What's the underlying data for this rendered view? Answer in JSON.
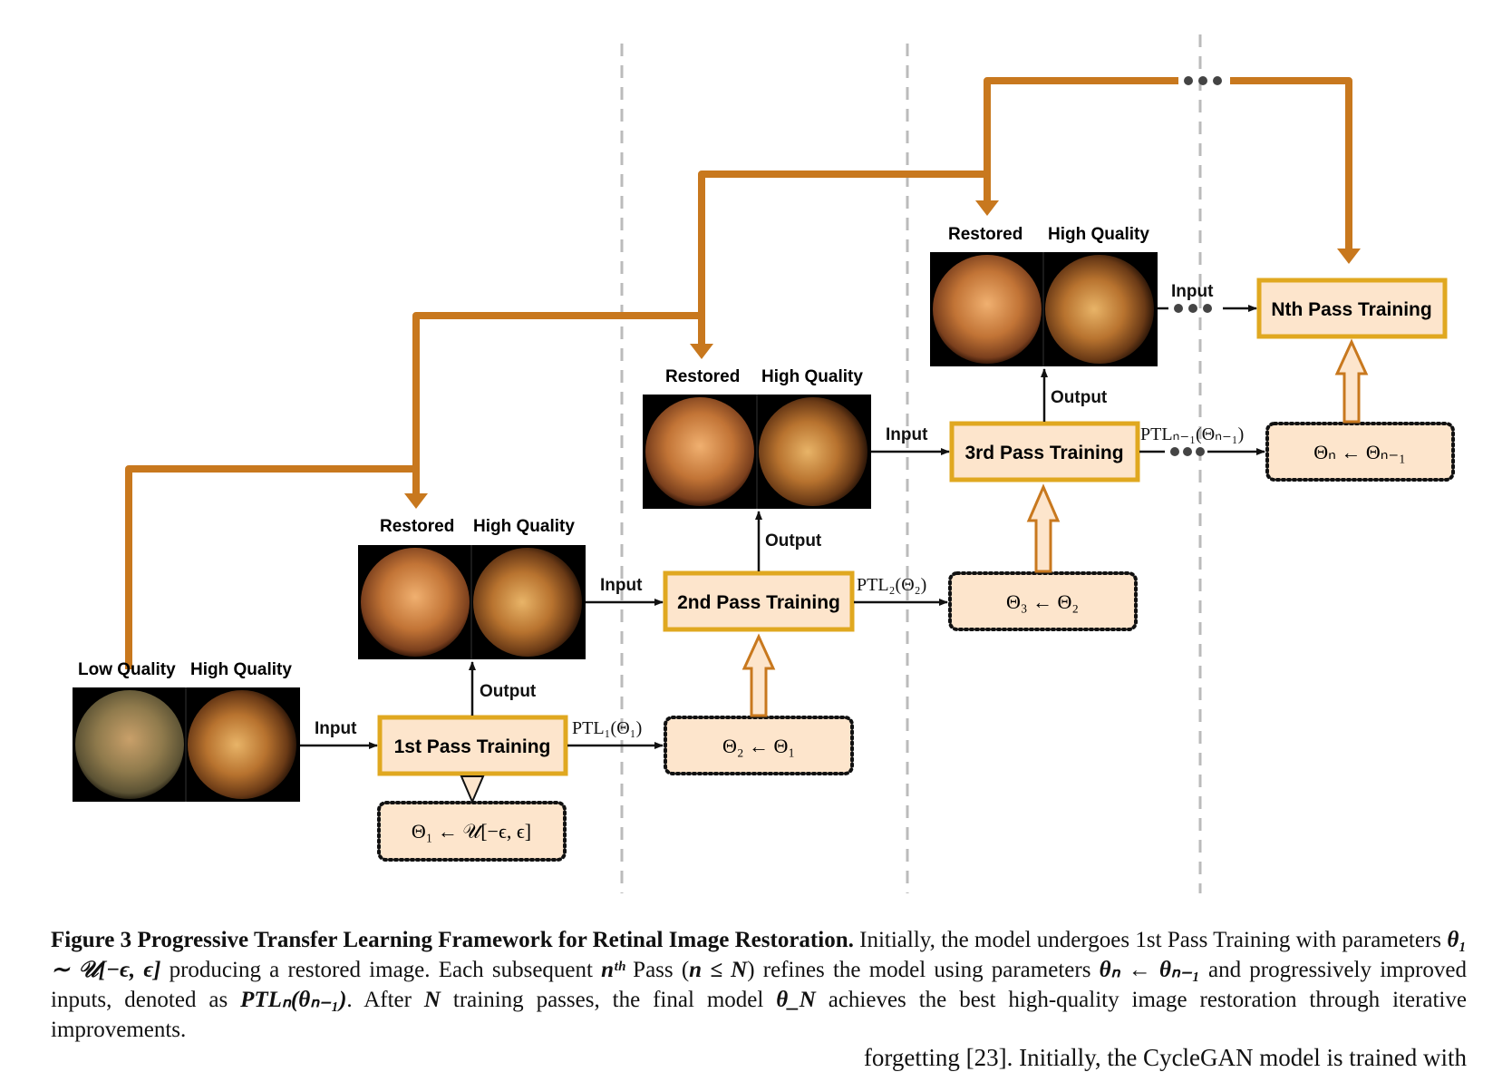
{
  "labels": {
    "low_quality": "Low Quality",
    "high_quality": "High Quality",
    "restored": "Restored",
    "input": "Input",
    "output": "Output"
  },
  "passes": {
    "p1": "1st Pass Training",
    "p2": "2nd Pass Training",
    "p3": "3rd Pass Training",
    "pn": "Nth Pass Training"
  },
  "params": {
    "theta1": "Θ₁ ← 𝒰[−ϵ, ϵ]",
    "theta2": "Θ₂ ← Θ₁",
    "theta3": "Θ₃ ← Θ₂",
    "thetan": "Θₙ ← Θₙ₋₁"
  },
  "ptl": {
    "ptl1": "PTL₁(Θ₁)",
    "ptl2": "PTL₂(Θ₂)",
    "ptln": "PTLₙ₋₁(Θₙ₋₁)"
  },
  "caption": {
    "figure_label": "Figure 3",
    "figure_title": "Progressive Transfer Learning Framework for Retinal Image Restoration.",
    "s1": " Initially, the model undergoes 1st Pass Training with parameters ",
    "m1": "θ₁ ∼ 𝒰[−ϵ, ϵ]",
    "s2": " producing a restored image. Each subsequent ",
    "m2": "nᵗʰ",
    "s3": " Pass (",
    "m3": "n ≤ N",
    "s4": ") refines the model using parameters ",
    "m4": "θₙ ← θₙ₋₁",
    "s5": " and progressively improved inputs, denoted as ",
    "m5": "PTLₙ(θₙ₋₁)",
    "s6": ". After ",
    "m6": "N",
    "s7": " training passes, the final model ",
    "m7": "θ_N",
    "s8": " achieves the best high-quality image restoration through iterative improvements."
  },
  "body_text_tail": "forgetting [23]. Initially, the CycleGAN model is trained with",
  "colors": {
    "feedback_arrow": "#c8781e",
    "pass_box_border": "#e0a820",
    "box_fill": "#fde5cc",
    "divider": "#bbbbbb"
  }
}
